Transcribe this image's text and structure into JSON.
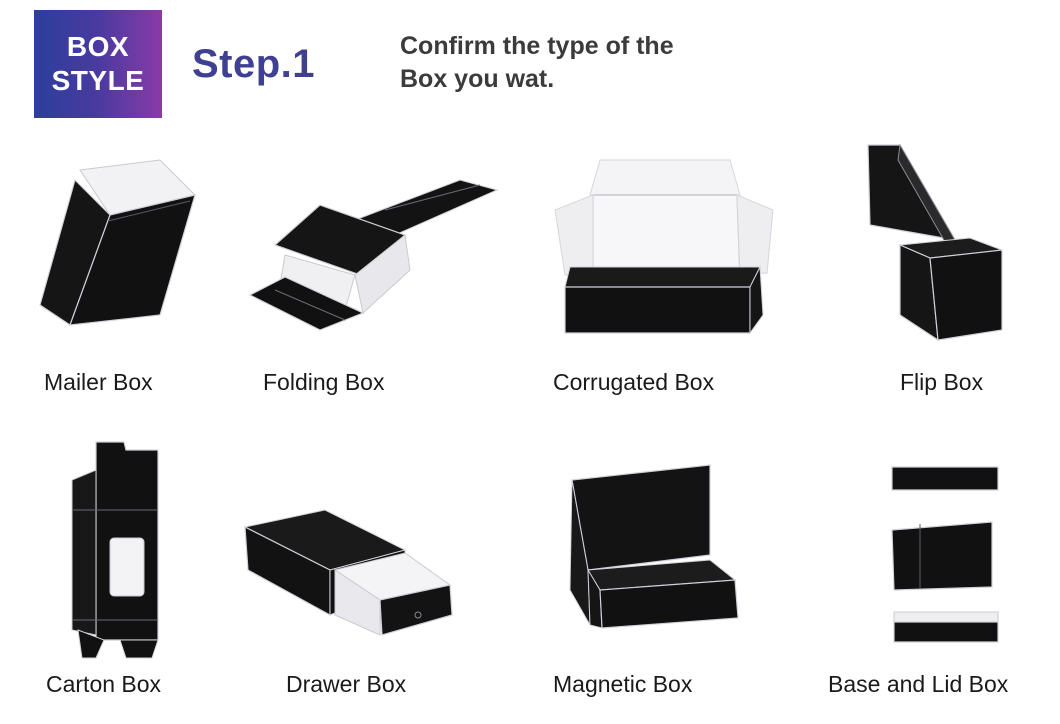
{
  "header": {
    "badge_line1": "BOX",
    "badge_line2": "STYLE",
    "step": "Step.1",
    "instruction_line1": "Confirm the type of the",
    "instruction_line2": "Box you wat."
  },
  "boxes": [
    {
      "label": "Mailer Box",
      "icon": "mailer-box"
    },
    {
      "label": "Folding Box",
      "icon": "folding-box"
    },
    {
      "label": "Corrugated Box",
      "icon": "corrugated-box"
    },
    {
      "label": "Flip Box",
      "icon": "flip-box"
    },
    {
      "label": "Carton Box",
      "icon": "carton-box"
    },
    {
      "label": "Drawer Box",
      "icon": "drawer-box"
    },
    {
      "label": "Magnetic Box",
      "icon": "magnetic-box"
    },
    {
      "label": "Base and Lid Box",
      "icon": "base-and-lid-box"
    }
  ],
  "colors": {
    "badge_gradient_start": "#2b3f9a",
    "badge_gradient_end": "#8a3aa8",
    "step_text": "#3f3f93",
    "box_black": "#111111",
    "box_interior": "#f2f2f4"
  }
}
